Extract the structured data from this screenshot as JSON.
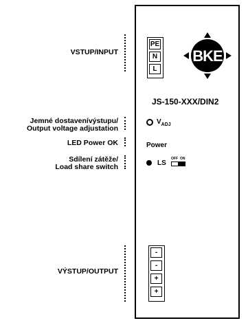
{
  "labels": {
    "input": "VSTUP/INPUT",
    "adjust_line1": "Jemné dostavenívýstupu/",
    "adjust_line2": "Output voltage adjustation",
    "led_power": "LED Power OK",
    "load_share_line1": "Sdílení zátěže/",
    "load_share_line2": "Load share switch",
    "output": "VÝSTUP/OUTPUT"
  },
  "module": {
    "model": "JS-150-XXX/DIN2",
    "logo": "BKE",
    "input_terminals": [
      "PE",
      "N",
      "L"
    ],
    "output_terminals": [
      "-",
      "-",
      "+",
      "+"
    ],
    "vadj_main": "V",
    "vadj_sub": "ADJ",
    "power_label": "Power",
    "ls_label": "LS",
    "switch_off": "OFF",
    "switch_on": "ON"
  }
}
